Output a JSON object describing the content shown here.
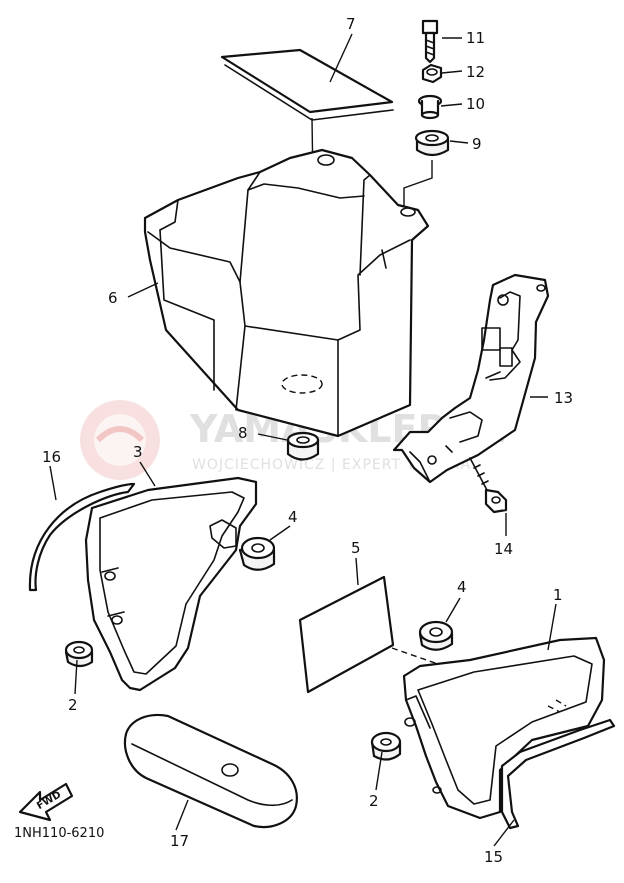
{
  "diagram": {
    "code": "1NH110-6210",
    "fwd_label": "FWD",
    "watermark": {
      "title": "YAMASKLEP.PL",
      "subtitle": "WOJCIECHOWICZ | EXPERT YAMAHA",
      "color": "#e0e0e0",
      "logo_color": "#f3c6c6"
    },
    "callouts": {
      "c1": "1",
      "c2a": "2",
      "c2b": "2",
      "c3": "3",
      "c4a": "4",
      "c4b": "4",
      "c5": "5",
      "c6": "6",
      "c7": "7",
      "c8": "8",
      "c9": "9",
      "c10": "10",
      "c11": "11",
      "c12": "12",
      "c13": "13",
      "c14": "14",
      "c15": "15",
      "c16": "16",
      "c17": "17"
    }
  }
}
